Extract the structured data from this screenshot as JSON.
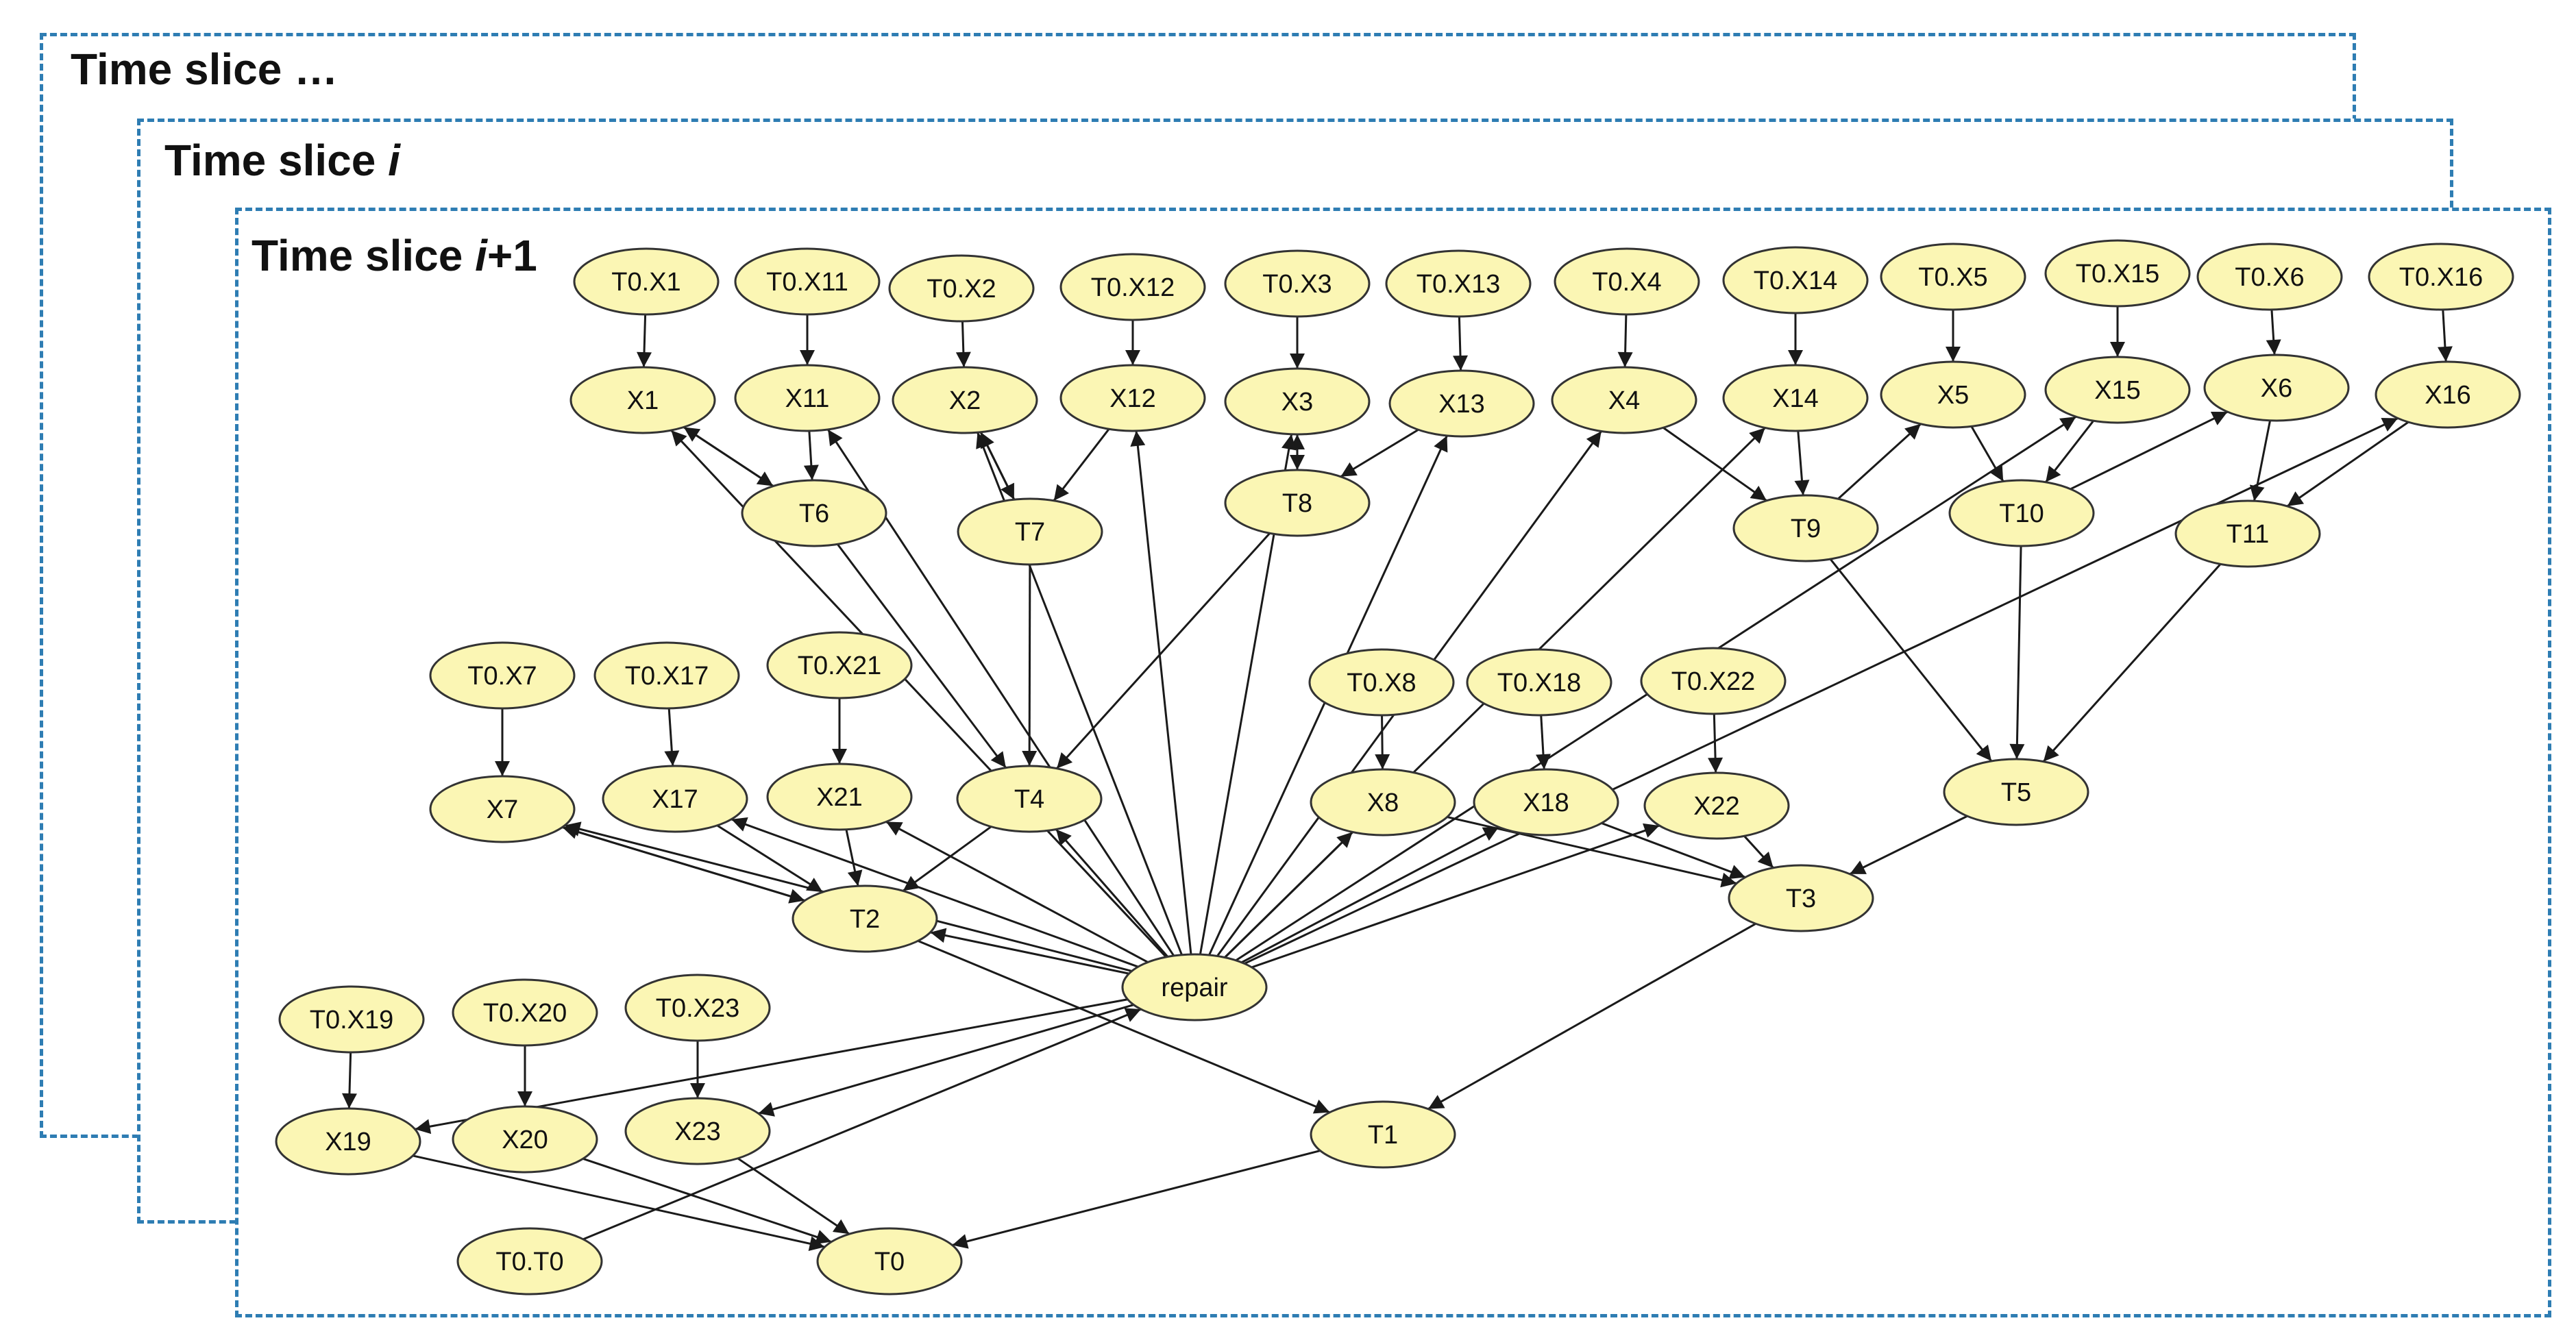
{
  "slices": {
    "outer": {
      "label": "Time slice …"
    },
    "middle": {
      "label_prefix": "Time slice ",
      "label_italic": "i"
    },
    "inner": {
      "label_prefix": "Time slice ",
      "label_italic": "i",
      "label_suffix": "+1"
    }
  },
  "colors": {
    "node_fill": "#fbf6b4",
    "node_stroke": "#333333",
    "edge": "#1a1a1a",
    "frame": "#2e7db3"
  },
  "nodes": [
    {
      "id": "T0.X1",
      "label": "T0.X1"
    },
    {
      "id": "T0.X11",
      "label": "T0.X11"
    },
    {
      "id": "T0.X2",
      "label": "T0.X2"
    },
    {
      "id": "T0.X12",
      "label": "T0.X12"
    },
    {
      "id": "T0.X3",
      "label": "T0.X3"
    },
    {
      "id": "T0.X13",
      "label": "T0.X13"
    },
    {
      "id": "T0.X4",
      "label": "T0.X4"
    },
    {
      "id": "T0.X14",
      "label": "T0.X14"
    },
    {
      "id": "T0.X5",
      "label": "T0.X5"
    },
    {
      "id": "T0.X15",
      "label": "T0.X15"
    },
    {
      "id": "T0.X6",
      "label": "T0.X6"
    },
    {
      "id": "T0.X16",
      "label": "T0.X16"
    },
    {
      "id": "X1",
      "label": "X1"
    },
    {
      "id": "X11",
      "label": "X11"
    },
    {
      "id": "X2",
      "label": "X2"
    },
    {
      "id": "X12",
      "label": "X12"
    },
    {
      "id": "X3",
      "label": "X3"
    },
    {
      "id": "X13",
      "label": "X13"
    },
    {
      "id": "X4",
      "label": "X4"
    },
    {
      "id": "X14",
      "label": "X14"
    },
    {
      "id": "X5",
      "label": "X5"
    },
    {
      "id": "X15",
      "label": "X15"
    },
    {
      "id": "X6",
      "label": "X6"
    },
    {
      "id": "X16",
      "label": "X16"
    },
    {
      "id": "T6",
      "label": "T6"
    },
    {
      "id": "T7",
      "label": "T7"
    },
    {
      "id": "T8",
      "label": "T8"
    },
    {
      "id": "T9",
      "label": "T9"
    },
    {
      "id": "T10",
      "label": "T10"
    },
    {
      "id": "T11",
      "label": "T11"
    },
    {
      "id": "T0.X7",
      "label": "T0.X7"
    },
    {
      "id": "T0.X17",
      "label": "T0.X17"
    },
    {
      "id": "T0.X21",
      "label": "T0.X21"
    },
    {
      "id": "T0.X8",
      "label": "T0.X8"
    },
    {
      "id": "T0.X18",
      "label": "T0.X18"
    },
    {
      "id": "T0.X22",
      "label": "T0.X22"
    },
    {
      "id": "X7",
      "label": "X7"
    },
    {
      "id": "X17",
      "label": "X17"
    },
    {
      "id": "X21",
      "label": "X21"
    },
    {
      "id": "T4",
      "label": "T4"
    },
    {
      "id": "X8",
      "label": "X8"
    },
    {
      "id": "X18",
      "label": "X18"
    },
    {
      "id": "X22",
      "label": "X22"
    },
    {
      "id": "T5",
      "label": "T5"
    },
    {
      "id": "T2",
      "label": "T2"
    },
    {
      "id": "T3",
      "label": "T3"
    },
    {
      "id": "repair",
      "label": "repair"
    },
    {
      "id": "T0.X19",
      "label": "T0.X19"
    },
    {
      "id": "T0.X20",
      "label": "T0.X20"
    },
    {
      "id": "T0.X23",
      "label": "T0.X23"
    },
    {
      "id": "X19",
      "label": "X19"
    },
    {
      "id": "X20",
      "label": "X20"
    },
    {
      "id": "X23",
      "label": "X23"
    },
    {
      "id": "T1",
      "label": "T1"
    },
    {
      "id": "T0.T0",
      "label": "T0.T0"
    },
    {
      "id": "T0",
      "label": "T0"
    }
  ],
  "edges": [
    [
      "T0.X1",
      "X1"
    ],
    [
      "T0.X11",
      "X11"
    ],
    [
      "T0.X2",
      "X2"
    ],
    [
      "T0.X12",
      "X12"
    ],
    [
      "T0.X3",
      "X3"
    ],
    [
      "T0.X13",
      "X13"
    ],
    [
      "T0.X4",
      "X4"
    ],
    [
      "T0.X14",
      "X14"
    ],
    [
      "T0.X5",
      "X5"
    ],
    [
      "T0.X15",
      "X15"
    ],
    [
      "T0.X6",
      "X6"
    ],
    [
      "T0.X16",
      "X16"
    ],
    [
      "T0.X7",
      "X7"
    ],
    [
      "T0.X17",
      "X17"
    ],
    [
      "T0.X21",
      "X21"
    ],
    [
      "T0.X8",
      "X8"
    ],
    [
      "T0.X18",
      "X18"
    ],
    [
      "T0.X22",
      "X22"
    ],
    [
      "T0.X19",
      "X19"
    ],
    [
      "T0.X20",
      "X20"
    ],
    [
      "T0.X23",
      "X23"
    ],
    [
      "X1",
      "T6"
    ],
    [
      "T6",
      "X1"
    ],
    [
      "X11",
      "T6"
    ],
    [
      "X2",
      "T7"
    ],
    [
      "T7",
      "X2"
    ],
    [
      "X12",
      "T7"
    ],
    [
      "X3",
      "T8"
    ],
    [
      "T8",
      "X3"
    ],
    [
      "X13",
      "T8"
    ],
    [
      "X4",
      "T9"
    ],
    [
      "X14",
      "T9"
    ],
    [
      "T9",
      "X5"
    ],
    [
      "X5",
      "T10"
    ],
    [
      "X15",
      "T10"
    ],
    [
      "T10",
      "X6"
    ],
    [
      "X6",
      "T11"
    ],
    [
      "X16",
      "T11"
    ],
    [
      "T6",
      "T4"
    ],
    [
      "T7",
      "T4"
    ],
    [
      "T8",
      "T4"
    ],
    [
      "T9",
      "T5"
    ],
    [
      "T10",
      "T5"
    ],
    [
      "T11",
      "T5"
    ],
    [
      "X7",
      "T2"
    ],
    [
      "T2",
      "X7"
    ],
    [
      "X17",
      "T2"
    ],
    [
      "X21",
      "T2"
    ],
    [
      "T4",
      "T2"
    ],
    [
      "X8",
      "T3"
    ],
    [
      "X18",
      "T3"
    ],
    [
      "X22",
      "T3"
    ],
    [
      "T5",
      "T3"
    ],
    [
      "T2",
      "T1"
    ],
    [
      "T3",
      "T1"
    ],
    [
      "X19",
      "T0"
    ],
    [
      "X20",
      "T0"
    ],
    [
      "X23",
      "T0"
    ],
    [
      "T1",
      "T0"
    ],
    [
      "T0.T0",
      "repair"
    ],
    [
      "repair",
      "T2"
    ],
    [
      "repair",
      "T4"
    ],
    [
      "repair",
      "X7"
    ],
    [
      "repair",
      "X17"
    ],
    [
      "repair",
      "X21"
    ],
    [
      "repair",
      "X8"
    ],
    [
      "repair",
      "X18"
    ],
    [
      "repair",
      "X22"
    ],
    [
      "repair",
      "X19"
    ],
    [
      "repair",
      "X23"
    ],
    [
      "repair",
      "X12"
    ],
    [
      "repair",
      "X3"
    ],
    [
      "repair",
      "X13"
    ],
    [
      "repair",
      "X4"
    ],
    [
      "repair",
      "X14"
    ],
    [
      "repair",
      "X15"
    ],
    [
      "repair",
      "X16"
    ],
    [
      "repair",
      "X1"
    ],
    [
      "repair",
      "X11"
    ],
    [
      "repair",
      "X2"
    ]
  ]
}
